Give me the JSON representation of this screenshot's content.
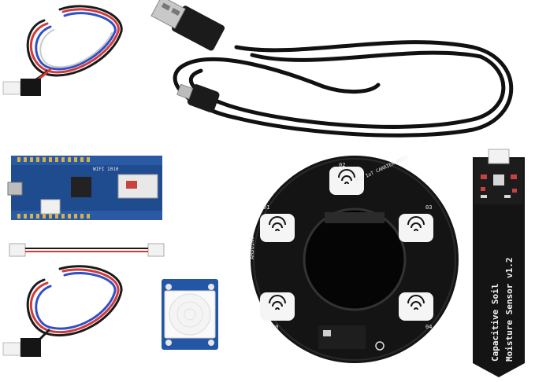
{
  "colors": {
    "background": "#ffffff",
    "pcb_black": "#141414",
    "pcb_blue": "#1f4b8f",
    "wire_red": "#d23a3a",
    "wire_blue": "#2f4fc9",
    "wire_black": "#1a1a1a",
    "connector_white": "#f2f2f2",
    "pir_lens": "#f4f4f4"
  },
  "items": {
    "soil_sensor": {
      "line1": "Capacitive Soil",
      "line2": "Moisture Sensor v1.2"
    },
    "carrier": {
      "brand": "ARDUINO",
      "rev": "MKR IoT CARRIER REV2"
    },
    "mkr_board": {
      "model": "WIFI 1010"
    },
    "pads": [
      "00",
      "01",
      "02",
      "03",
      "04"
    ]
  }
}
